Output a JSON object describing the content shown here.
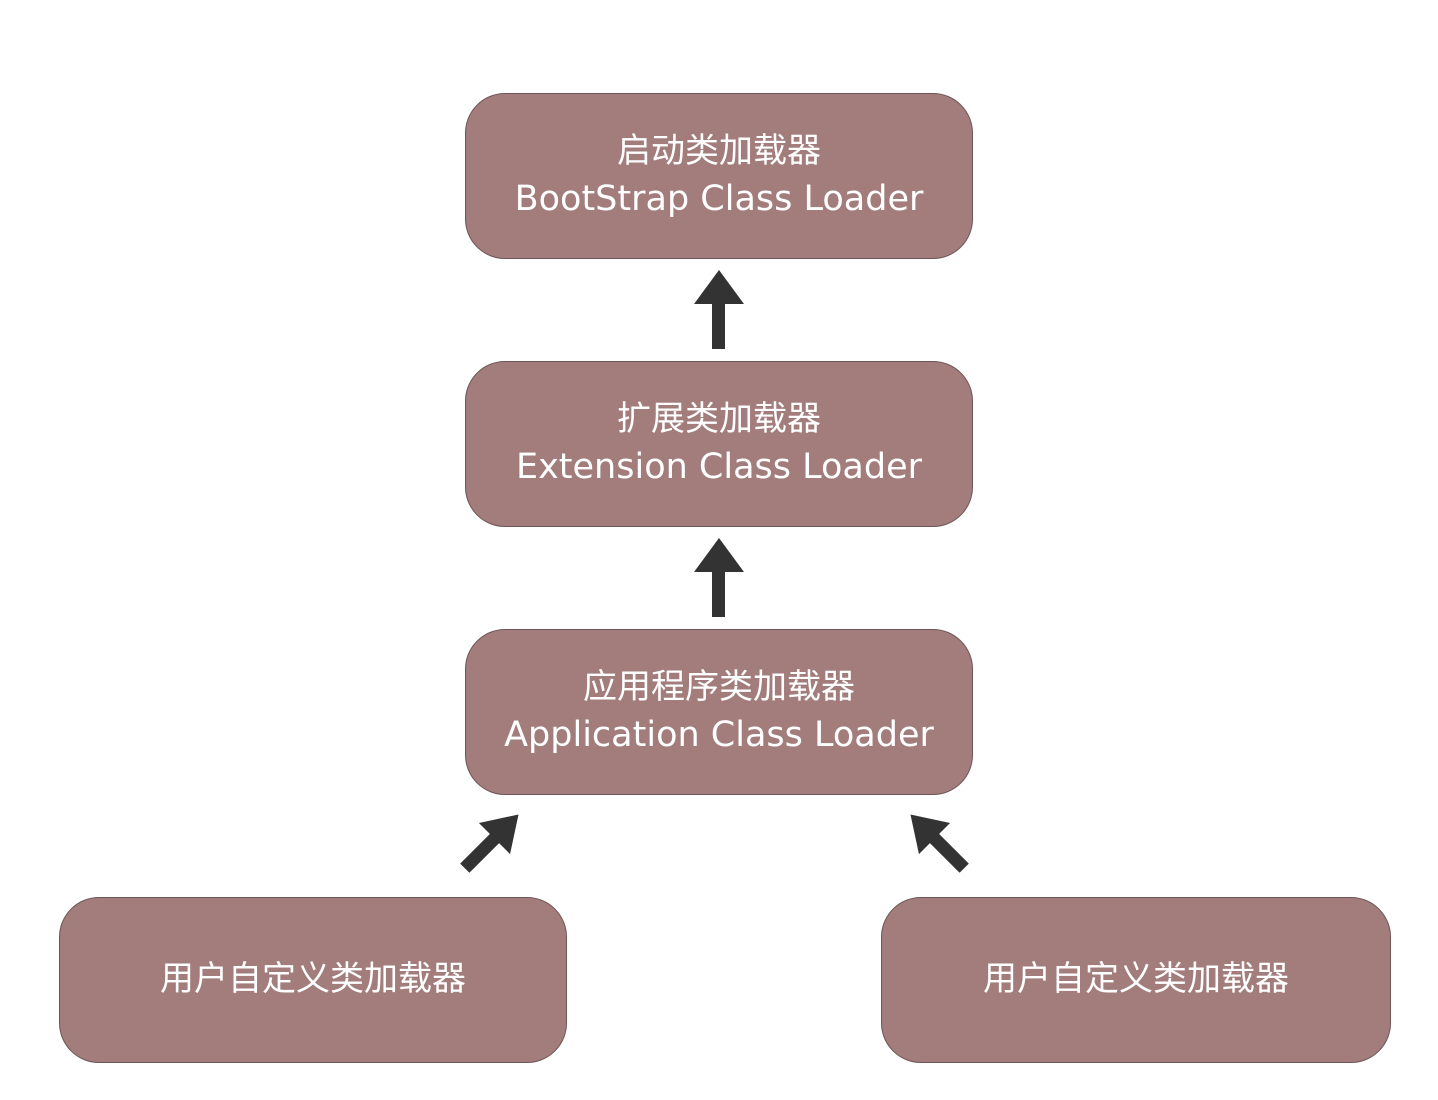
{
  "colors": {
    "node_fill": "#a37c7c",
    "node_border": "#6e5556",
    "node_text": "#ffffff",
    "arrow": "#333333"
  },
  "nodes": {
    "bootstrap": {
      "label_zh": "启动类加载器",
      "label_en": "BootStrap Class Loader"
    },
    "extension": {
      "label_zh": "扩展类加载器",
      "label_en": "Extension Class Loader"
    },
    "application": {
      "label_zh": "应用程序类加载器",
      "label_en": "Application Class Loader"
    },
    "user_left": {
      "label_zh": "用户自定义类加载器"
    },
    "user_right": {
      "label_zh": "用户自定义类加载器"
    }
  },
  "edges": [
    {
      "from": "extension",
      "to": "bootstrap"
    },
    {
      "from": "application",
      "to": "extension"
    },
    {
      "from": "user_left",
      "to": "application"
    },
    {
      "from": "user_right",
      "to": "application"
    }
  ]
}
